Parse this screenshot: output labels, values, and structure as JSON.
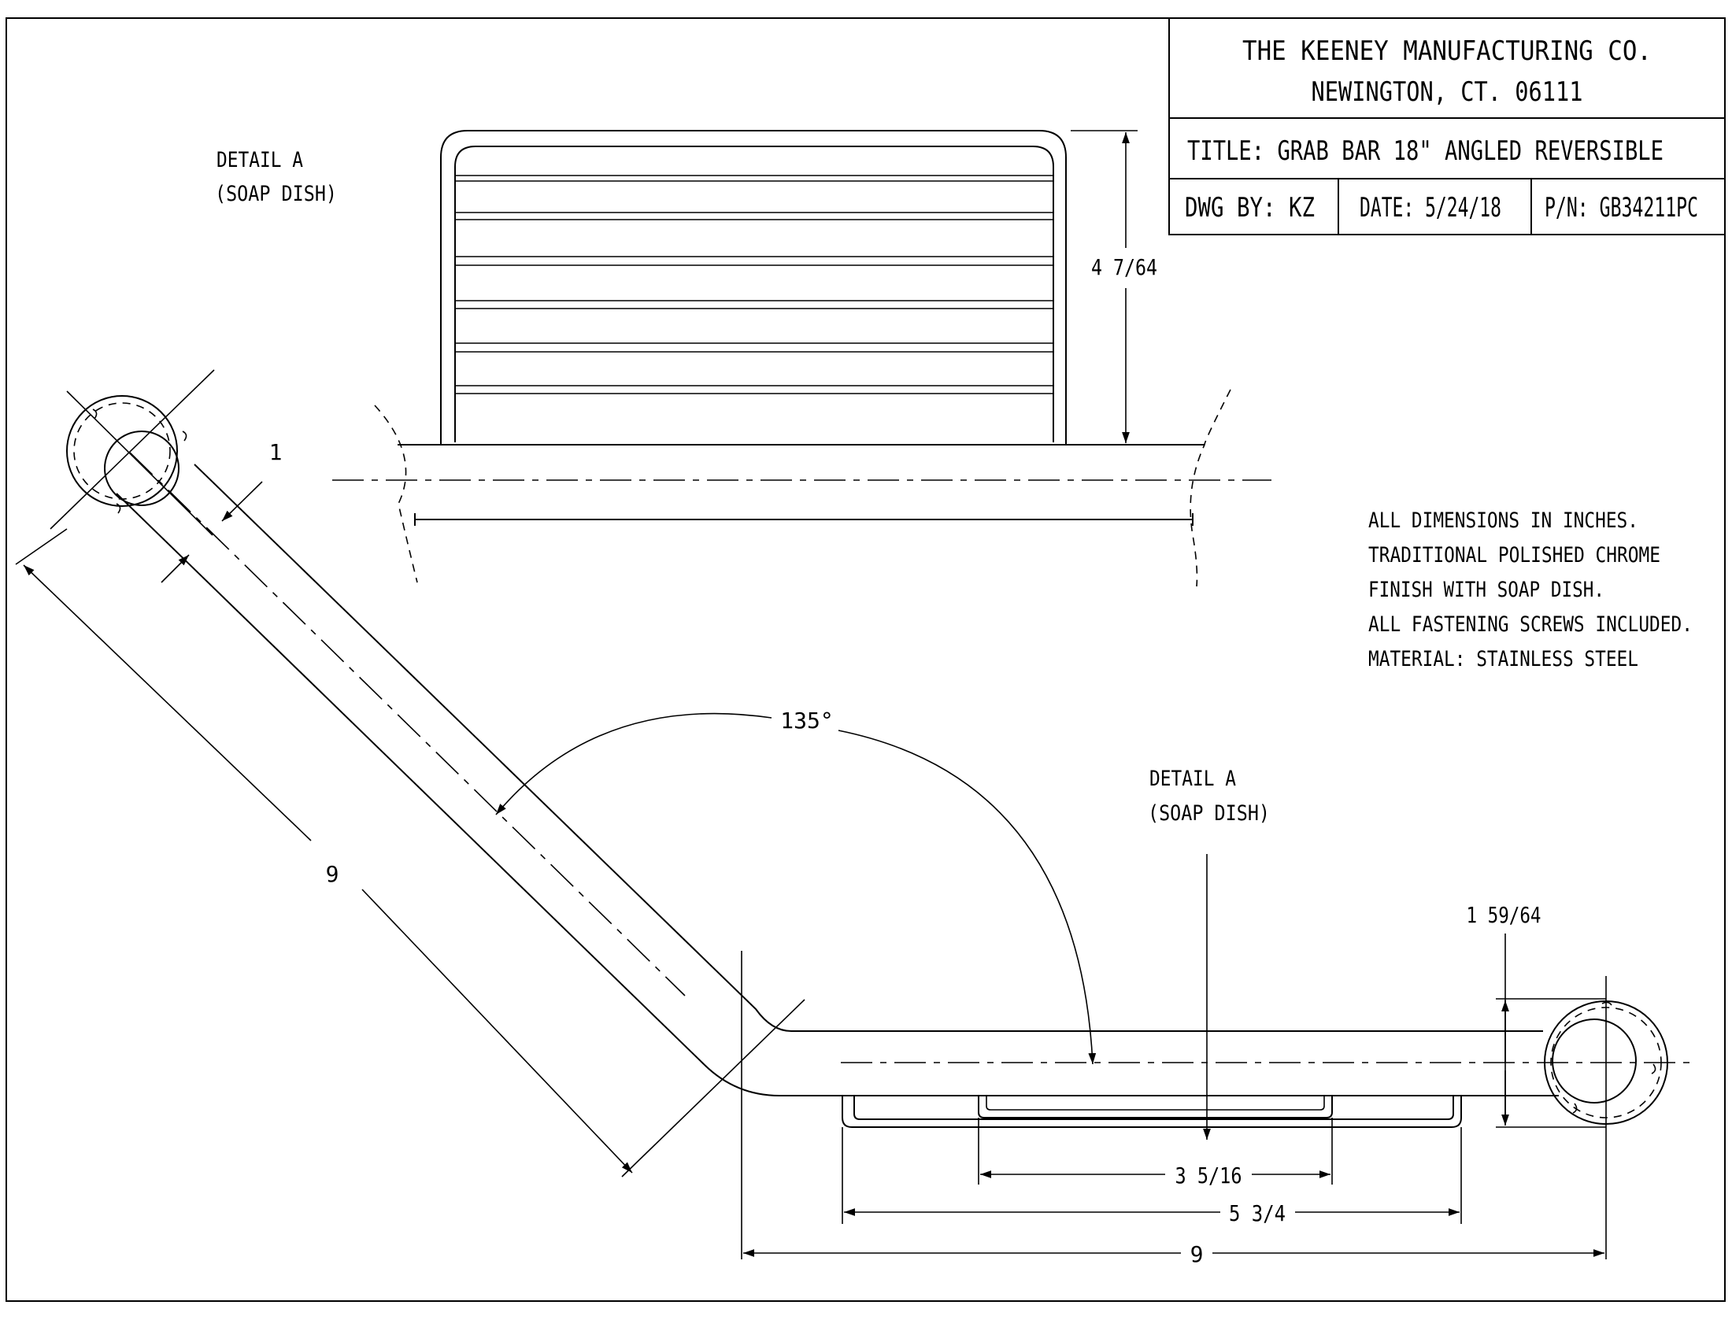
{
  "title_block": {
    "company": "THE KEENEY MANUFACTURING CO.",
    "address": "NEWINGTON,  CT. 06111",
    "title": "TITLE: GRAB BAR 18\" ANGLED REVERSIBLE",
    "drawn_by": "DWG BY: KZ",
    "date": "DATE: 5/24/18",
    "part_number": "P/N: GB34211PC"
  },
  "notes": [
    "ALL DIMENSIONS IN INCHES.",
    "TRADITIONAL POLISHED CHROME",
    "FINISH WITH SOAP DISH.",
    "ALL FASTENING SCREWS INCLUDED.",
    "MATERIAL: STAINLESS STEEL"
  ],
  "detail_labels": {
    "top_line1": "DETAIL A",
    "top_line2": "(SOAP DISH)",
    "bottom_line1": "DETAIL A",
    "bottom_line2": "(SOAP DISH)"
  },
  "dimensions": {
    "dish_height": "4 7/64",
    "tube_diameter": "1",
    "angle": "135°",
    "arm_length": "9",
    "flange_diameter": "1 59/64",
    "dish_inner_width": "3 5/16",
    "dish_outer_width": "5 3/4",
    "horizontal_length": "9"
  }
}
